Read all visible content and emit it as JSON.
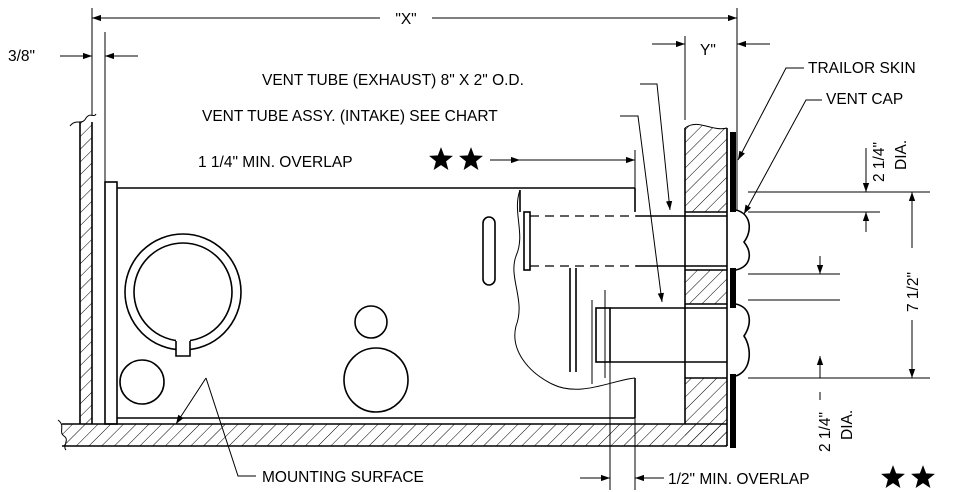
{
  "labels": {
    "dim_x": "\"X\"",
    "dim_y": "Y\"",
    "dim_three_eighths": "3/8\"",
    "vent_tube_exhaust": "VENT TUBE (EXHAUST) 8\" X 2\" O.D.",
    "vent_tube_intake": "VENT TUBE ASSY. (INTAKE) SEE CHART",
    "min_overlap_top": "1 1/4\" MIN. OVERLAP",
    "trailor_skin": "TRAILOR SKIN",
    "vent_cap": "VENT CAP",
    "dia_top_value": "2 1/4\"",
    "dia_top_unit": "DIA.",
    "dim_seven_half": "7 1/2\"",
    "dia_bottom_value": "2 1/4\"",
    "dia_bottom_unit": "DIA.",
    "mounting_surface": "MOUNTING SURFACE",
    "min_overlap_bottom": "1/2\" MIN. OVERLAP"
  }
}
